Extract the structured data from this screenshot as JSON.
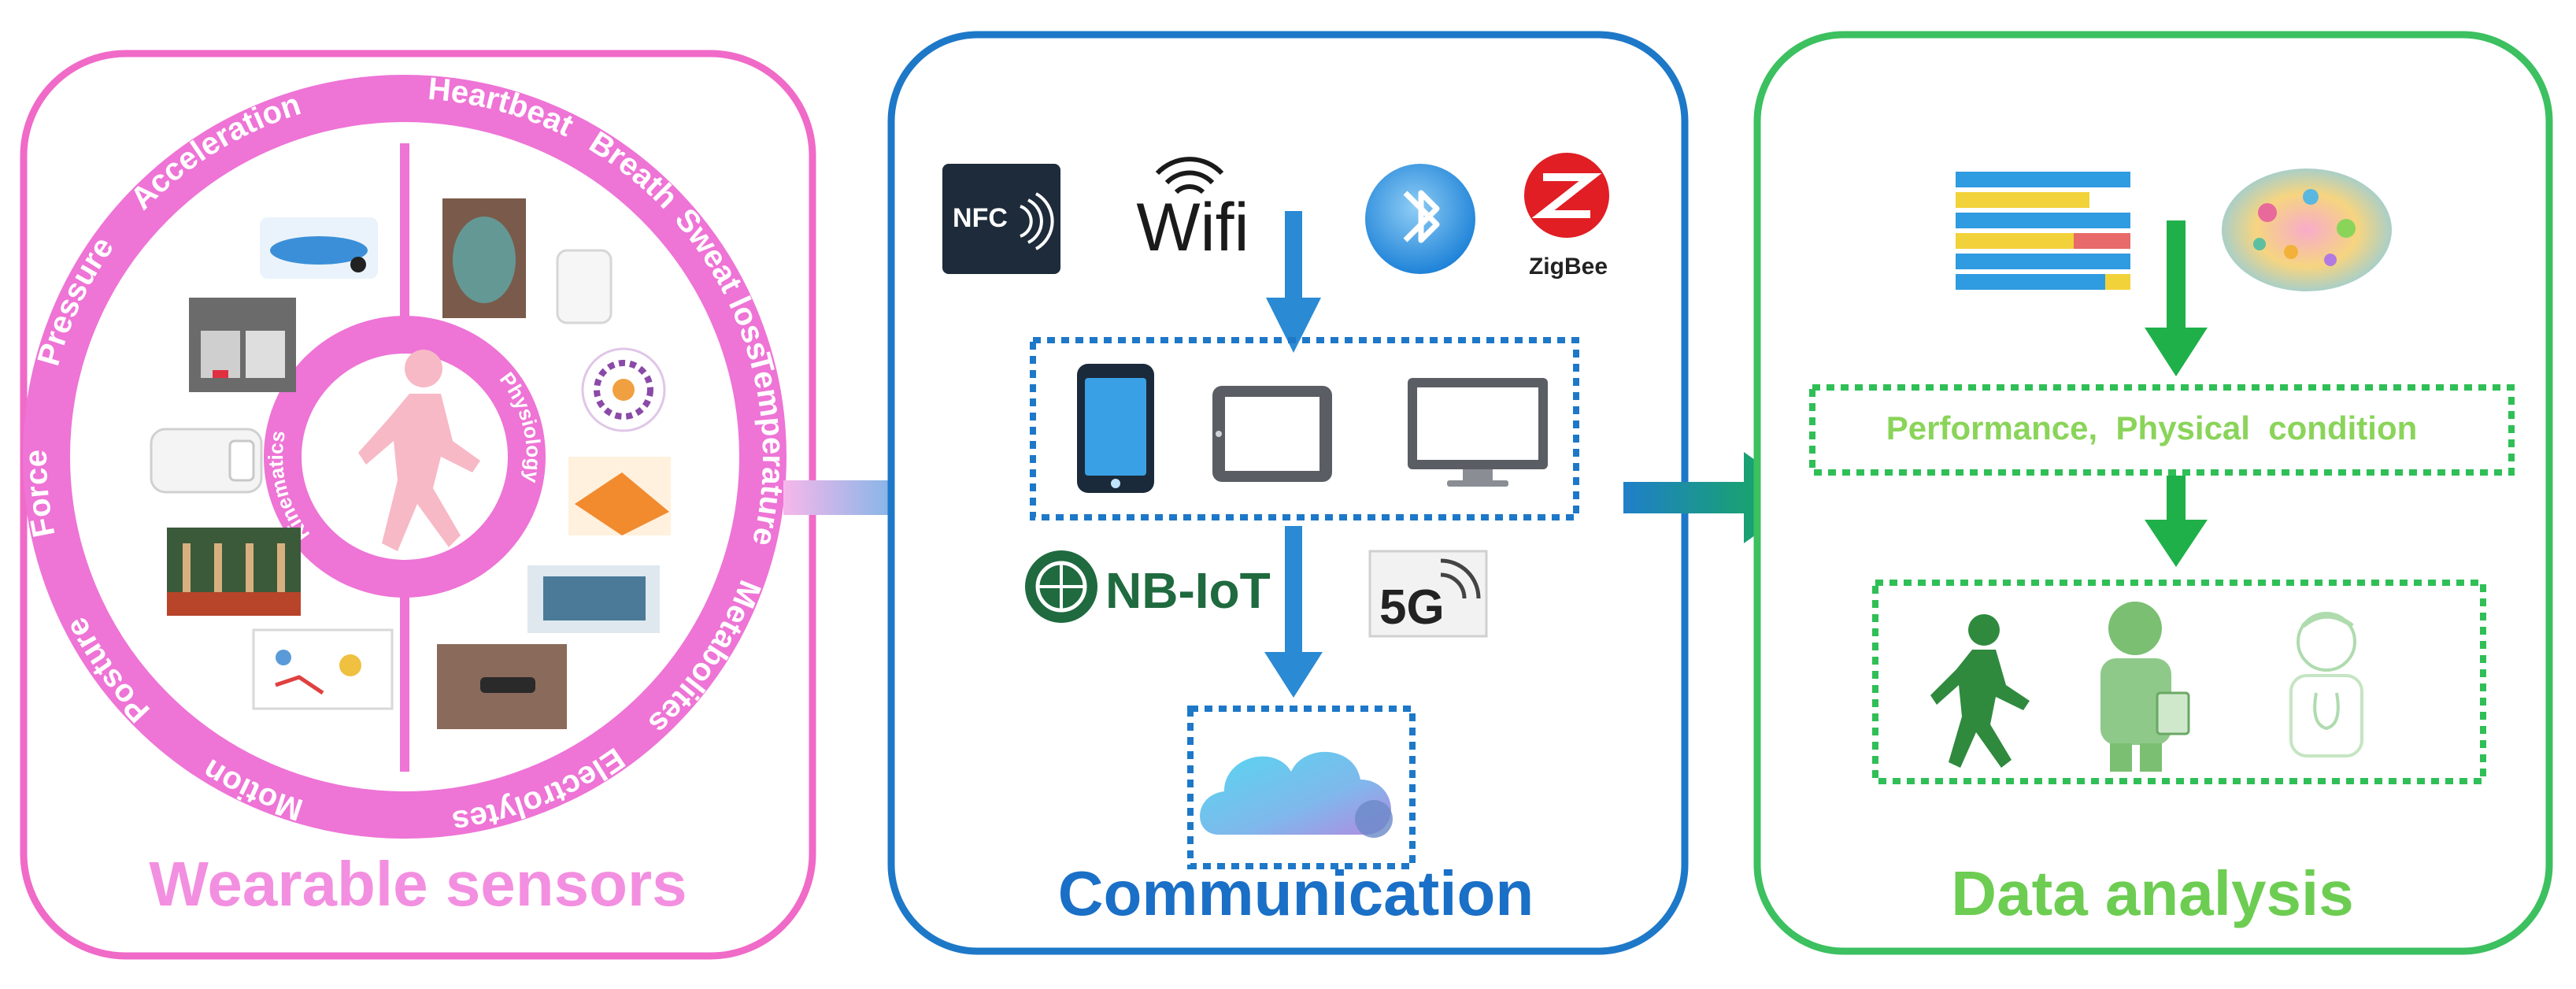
{
  "panels": {
    "sensors": {
      "title": "Wearable sensors",
      "color": "#f06ac8",
      "ring_color": "#ee74d6",
      "title_color": "#f38fe0",
      "ring_labels_left": [
        "Acceleration",
        "Pressure",
        "Force",
        "Posture",
        "Motion"
      ],
      "ring_labels_right": [
        "Heartbeat",
        "Breath",
        "Sweat loss",
        "Temperature",
        "Metabolites",
        "Electrolytes"
      ],
      "inner_labels": [
        "Kinematics",
        "Physiology"
      ]
    },
    "communication": {
      "title": "Communication",
      "color": "#1e78c8",
      "title_color": "#1a6fc6",
      "protocols": {
        "nfc": "NFC",
        "wifi": "Wifi",
        "zigbee": "ZigBee",
        "nbiot": "NB-IoT",
        "fiveg": "5G"
      },
      "icons": [
        "nfc-icon",
        "wifi-icon",
        "bluetooth-icon",
        "zigbee-icon",
        "smartphone-icon",
        "tablet-icon",
        "monitor-icon",
        "nb-iot-icon",
        "5g-icon",
        "cloud-icon"
      ]
    },
    "analysis": {
      "title": "Data analysis",
      "color": "#3cc060",
      "title_color": "#6dcd52",
      "result_text": "Performance,  Physical  condition",
      "result_text_color": "#8ad45a",
      "icons": [
        "data-bars-icon",
        "brain-icon",
        "runner-icon",
        "coach-icon",
        "doctor-icon"
      ]
    }
  },
  "colors": {
    "arrow_blue": "#2a8ad4",
    "arrow_green": "#1fb04a",
    "dotted_blue": "#1e78c8",
    "dotted_green": "#2fbf56"
  }
}
